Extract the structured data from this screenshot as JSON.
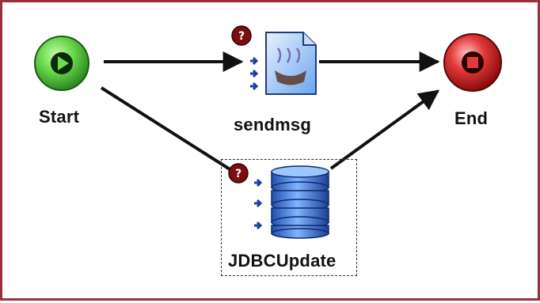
{
  "canvas": {
    "border_color": "#9a2f3a"
  },
  "nodes": {
    "start": {
      "label": "Start",
      "icon": "play-icon",
      "color": "#5fd64a"
    },
    "sendmsg": {
      "label": "sendmsg",
      "icon": "document-message-icon"
    },
    "jdbc": {
      "label": "JDBCUpdate",
      "icon": "database-icon",
      "selected": true
    },
    "end": {
      "label": "End",
      "icon": "stop-icon",
      "color": "#e03030"
    }
  }
}
